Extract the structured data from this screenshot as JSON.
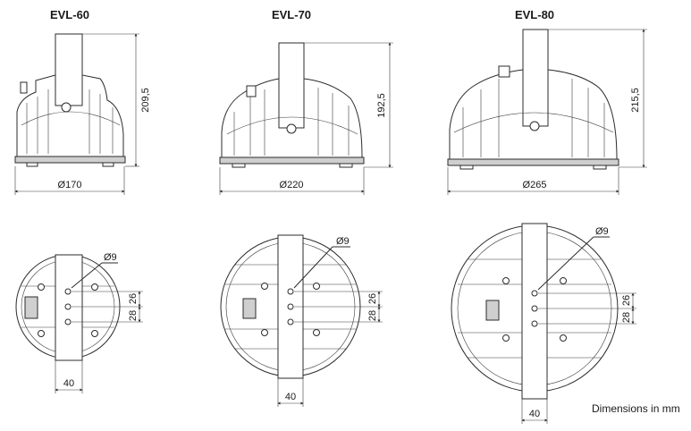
{
  "models": [
    {
      "name": "EVL-60",
      "width_label": "Ø170",
      "height_label": "209,5",
      "hole_label": "Ø9",
      "spacing_label_1": "26",
      "spacing_label_2": "28",
      "bracket_label": "40"
    },
    {
      "name": "EVL-70",
      "width_label": "Ø220",
      "height_label": "192,5",
      "hole_label": "Ø9",
      "spacing_label_1": "26",
      "spacing_label_2": "28",
      "bracket_label": "40"
    },
    {
      "name": "EVL-80",
      "width_label": "Ø265",
      "height_label": "215,5",
      "hole_label": "Ø9",
      "spacing_label_1": "26",
      "spacing_label_2": "28",
      "bracket_label": "40"
    }
  ],
  "footer": "Dimensions in mm",
  "colors": {
    "line": "#2b2b2b",
    "shade": "#cfcfcf",
    "text": "#1a1a1a"
  }
}
